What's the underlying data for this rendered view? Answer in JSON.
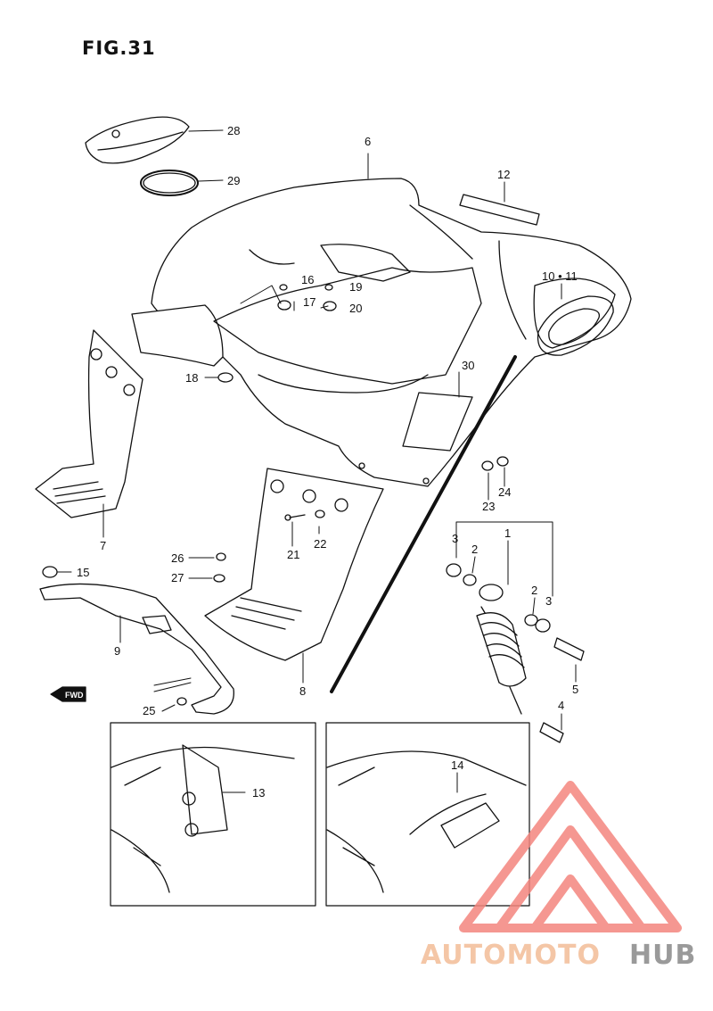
{
  "figure_title": "FIG.31",
  "fwd_label": "FWD",
  "watermark": {
    "text_a": "AUTOMOTO",
    "text_b": "HUB",
    "color_a": "#f4c6a6",
    "color_b": "#9a9a9a",
    "logo_color": "#f4867e"
  },
  "part_numbers": {
    "p1": "1",
    "p2a": "2",
    "p2b": "2",
    "p3a": "3",
    "p3b": "3",
    "p4": "4",
    "p5": "5",
    "p6": "6",
    "p7": "7",
    "p8": "8",
    "p9": "9",
    "p10_11": "10 • 11",
    "p12": "12",
    "p13": "13",
    "p14": "14",
    "p15": "15",
    "p16": "16",
    "p17": "17",
    "p18": "18",
    "p19": "19",
    "p20": "20",
    "p21": "21",
    "p22": "22",
    "p23": "23",
    "p24": "24",
    "p25": "25",
    "p26": "26",
    "p27": "27",
    "p28": "28",
    "p29": "29",
    "p30": "30"
  }
}
